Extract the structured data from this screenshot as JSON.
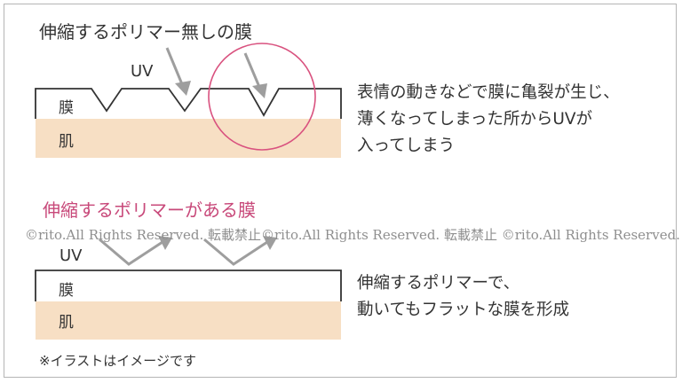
{
  "section1": {
    "title": "伸縮するポリマー無しの膜",
    "uv_label": "UV",
    "membrane_label": "膜",
    "skin_label": "肌",
    "description_lines": [
      "表情の動きなどで膜に亀裂が生じ、",
      "薄くなってしまった所からUVが",
      "入ってしまう"
    ]
  },
  "section2": {
    "title": "伸縮するポリマーがある膜",
    "uv_label": "UV",
    "membrane_label": "膜",
    "skin_label": "肌",
    "description_lines": [
      "伸縮するポリマーで、",
      "動いてもフラットな膜を形成"
    ]
  },
  "watermark": "©rito.All Rights Reserved. 転載禁止©rito.All Rights Reserved. 転載禁止 ©rito.All Rights Reserved.",
  "note": "※イラストはイメージです",
  "colors": {
    "skin": "#f7dfc4",
    "circle": "#d9527f",
    "arrow": "#9e9e9e",
    "line": "#333333",
    "accent_text": "#c8497a"
  }
}
